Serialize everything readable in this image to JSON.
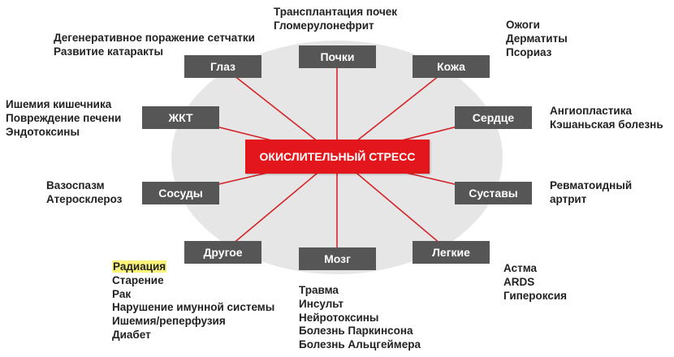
{
  "colors": {
    "center_fill": "#e3171b",
    "organ_fill": "#565656",
    "connector": "#d42328",
    "ellipse": "#e6e6e6",
    "highlight": "#fbf27a"
  },
  "center": {
    "label": "ОКИСЛИТЕЛЬНЫЙ СТРЕСС"
  },
  "organs": [
    {
      "id": "eye",
      "label": "Глаз",
      "notes": [
        "Дегенеративное поражение сетчатки",
        "Развитие катаракты"
      ]
    },
    {
      "id": "kidneys",
      "label": "Почки",
      "notes": [
        "Трансплантация почек",
        "Гломерулонефрит"
      ]
    },
    {
      "id": "skin",
      "label": "Кожа",
      "notes": [
        "Ожоги",
        "Дерматиты",
        "Псориаз"
      ]
    },
    {
      "id": "gi",
      "label": "ЖКТ",
      "notes": [
        "Ишемия кишечника",
        "Повреждение печени",
        "Эндотоксины"
      ]
    },
    {
      "id": "heart",
      "label": "Сердце",
      "notes": [
        "Ангиопластика",
        "Кэшаньская болезнь"
      ]
    },
    {
      "id": "vessels",
      "label": "Сосуды",
      "notes": [
        "Вазоспазм",
        "Атеросклероз"
      ]
    },
    {
      "id": "joints",
      "label": "Суставы",
      "notes": [
        "Ревматоидный",
        "артрит"
      ]
    },
    {
      "id": "other",
      "label": "Другое",
      "notes": [
        "Радиация",
        "Старение",
        "Рак",
        "Нарушение имунной системы",
        "Ишемия/реперфузия",
        "Диабет"
      ],
      "highlighted_note": "Радиация"
    },
    {
      "id": "brain",
      "label": "Мозг",
      "notes": [
        "Травма",
        "Инсульт",
        "Нейротоксины",
        "Болезнь Паркинсона",
        "Болезнь Альцгеймера"
      ]
    },
    {
      "id": "lungs",
      "label": "Легкие",
      "notes": [
        "Астма",
        "ARDS",
        "Гипероксия"
      ]
    }
  ]
}
